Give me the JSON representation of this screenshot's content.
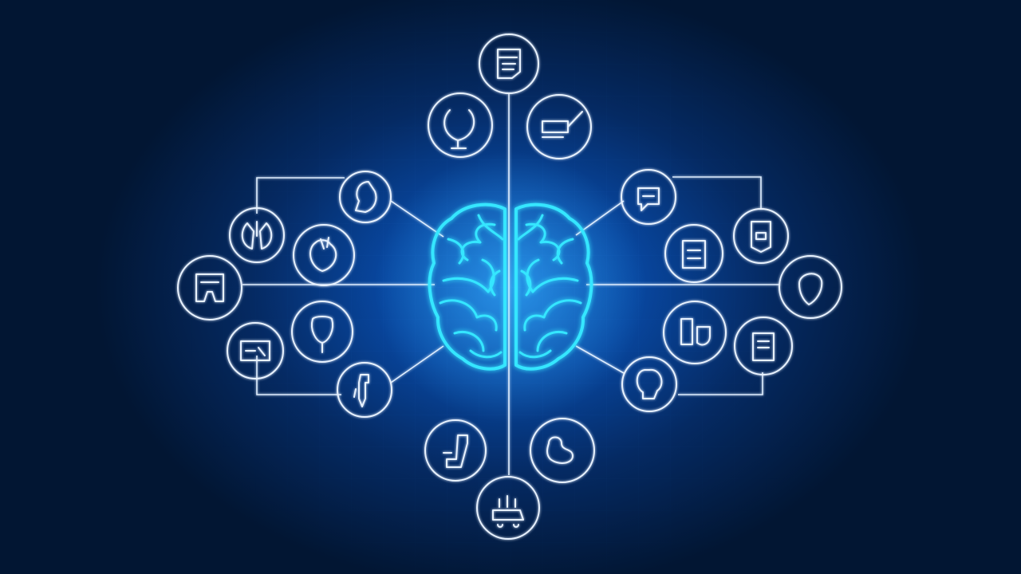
{
  "colors": {
    "background_center": "#0d63c9",
    "background_edge": "#021633",
    "line": "#dfeeff",
    "brain_glow": "#35e6ff"
  },
  "diagram": {
    "center": {
      "name": "brain",
      "icon": "brain-icon"
    },
    "nodes": [
      {
        "id": "top",
        "icon": "clipboard-icon"
      },
      {
        "id": "top-left",
        "icon": "stethoscope-icon"
      },
      {
        "id": "top-right",
        "icon": "syringe-icon"
      },
      {
        "id": "left-upper",
        "icon": "head-icon"
      },
      {
        "id": "left-upper-outer",
        "icon": "lungs-icon"
      },
      {
        "id": "left-upper-inner",
        "icon": "heart-icon"
      },
      {
        "id": "left-middle",
        "icon": "pelvis-icon"
      },
      {
        "id": "left-lower-outer",
        "icon": "monitor-icon"
      },
      {
        "id": "left-lower-inner",
        "icon": "tooth-icon"
      },
      {
        "id": "left-lower",
        "icon": "dropper-icon"
      },
      {
        "id": "bottom-left",
        "icon": "microscope-icon"
      },
      {
        "id": "bottom-right",
        "icon": "kidney-icon"
      },
      {
        "id": "bottom",
        "icon": "ambulance-icon"
      },
      {
        "id": "right-upper",
        "icon": "chat-icon"
      },
      {
        "id": "right-upper-outer",
        "icon": "prescription-icon"
      },
      {
        "id": "right-upper-inner",
        "icon": "pharmacy-icon"
      },
      {
        "id": "right-middle",
        "icon": "liver-icon"
      },
      {
        "id": "right-lower-inner",
        "icon": "medicine-icon"
      },
      {
        "id": "right-lower-outer",
        "icon": "tablet-icon"
      },
      {
        "id": "right-lower",
        "icon": "brain-head-icon"
      }
    ]
  }
}
